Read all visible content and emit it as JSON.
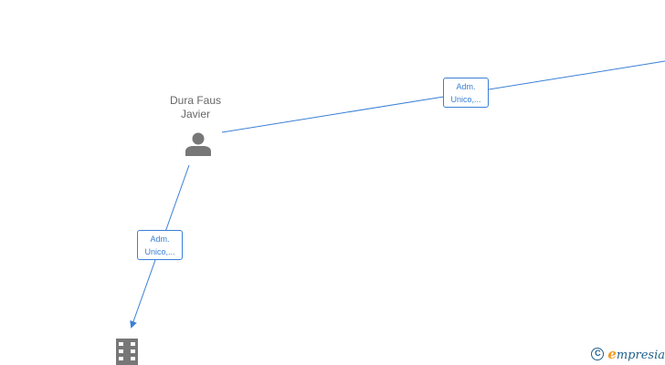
{
  "person": {
    "name_line1": "Dura Faus",
    "name_line2": "Javier"
  },
  "edges": [
    {
      "label_line1": "Adm.",
      "label_line2": "Unico,..."
    },
    {
      "label_line1": "Adm.",
      "label_line2": "Unico,..."
    }
  ],
  "watermark": {
    "symbol": "C",
    "brand_first": "e",
    "brand_rest": "mpresia"
  },
  "colors": {
    "edge": "#3a7fd5",
    "node": "#777777",
    "brand_accent": "#f29a1f",
    "brand": "#1f5f8b"
  },
  "icons": {
    "person": "person-icon",
    "company": "building-icon"
  }
}
